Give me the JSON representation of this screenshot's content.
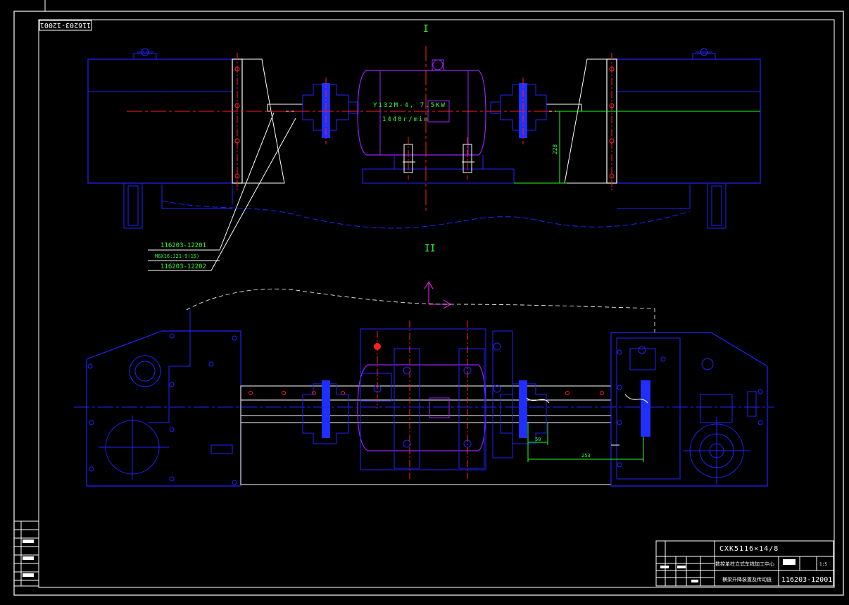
{
  "drawing": {
    "rotated_code": "116203-12001",
    "view_labels": {
      "top": "I",
      "bottom": "II"
    },
    "leaders": [
      {
        "text": "116203-12201",
        "color": "#33ff33"
      },
      {
        "text": "M6X16:J21-9(15)",
        "color": "#33ff33"
      },
      {
        "text": "116203-12202",
        "color": "#33ff33"
      }
    ],
    "motor": {
      "model": "Y132M-4, 7.5KW",
      "speed": "1440r/min"
    },
    "dimensions": {
      "height_top": "228",
      "short": "50",
      "long": "253"
    },
    "colors": {
      "outline": "#2222ff",
      "center": "#ff2020",
      "dim": "#22ff22",
      "white": "#ffffff",
      "motor": "#9a22ff"
    }
  },
  "title_block": {
    "product_code": "CXK5116×14/8",
    "title_cn_1": "数控单柱立式车铣加工中心",
    "title_cn_2": "横梁升降装置及传动链",
    "part_number": "116203-12001",
    "scale": "1:5"
  }
}
